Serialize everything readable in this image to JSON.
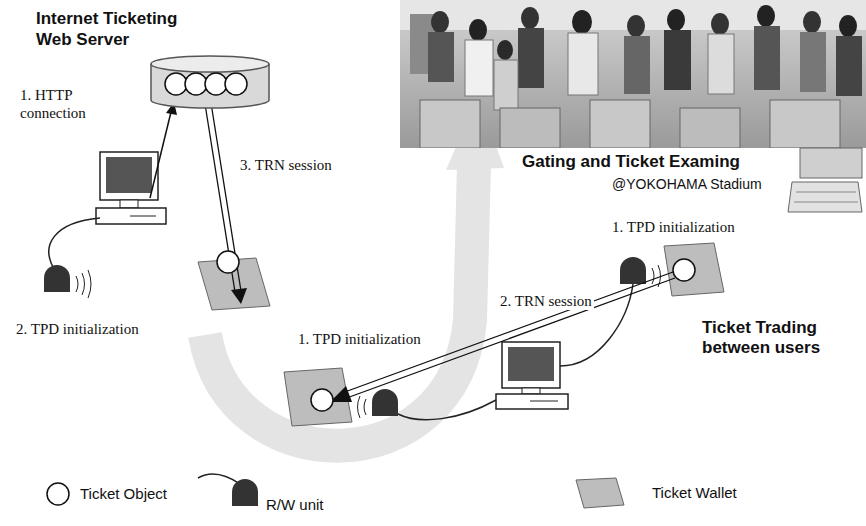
{
  "diagram": {
    "nodes": [
      {
        "text": [
          "Internet Ticketing Web Server"
        ]
      }
    ],
    "labels": [
      "1. HTTP connection",
      "2. TPD initialization",
      "3. TRN session",
      "Gating and Ticket Examing",
      "@YOKOHAMA Stadium",
      "1. TPD initialization",
      "1. TPD initialization",
      "2. TRN session",
      "Ticket Trading between users"
    ],
    "legend": [
      {
        "text": "Ticket Object"
      },
      {
        "text": "R/W unit"
      },
      {
        "text": "Ticket Wallet"
      }
    ]
  }
}
